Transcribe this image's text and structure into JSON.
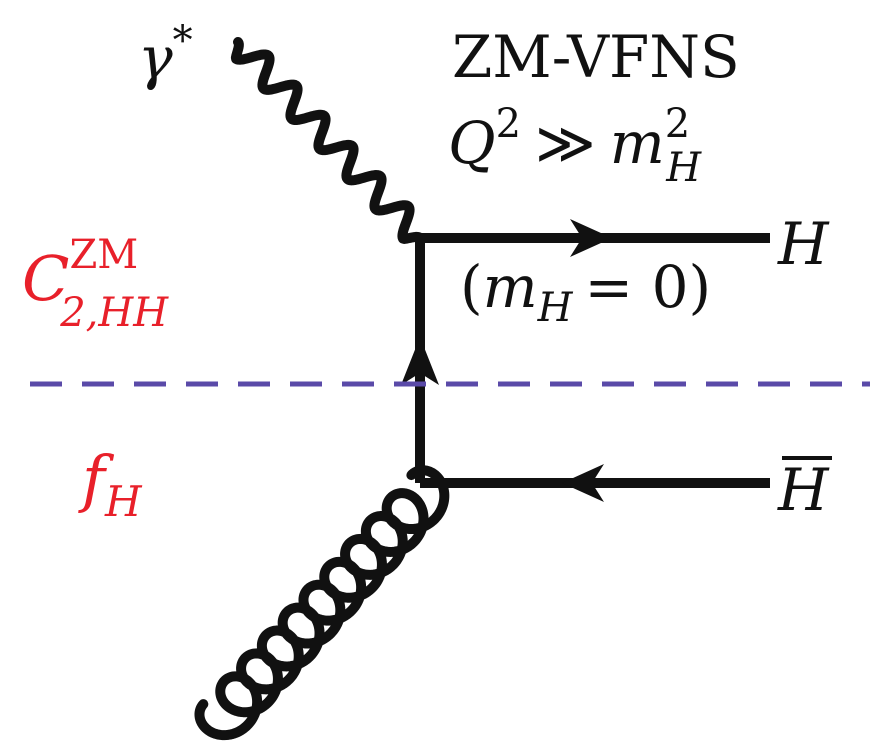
{
  "header": {
    "scheme_name": "ZM-VFNS",
    "condition": {
      "lhs": "Q",
      "lhs_power": "2",
      "relation": "≫",
      "rhs": "m",
      "rhs_power": "2",
      "rhs_sub": "H"
    }
  },
  "photon": {
    "symbol": "γ",
    "sup": "*"
  },
  "outgoing_quark": {
    "label": "H",
    "mass_note": {
      "open": "(",
      "m": "m",
      "sub": "H",
      "eq": "= 0",
      "close": ")"
    }
  },
  "outgoing_antiquark": {
    "label": "H"
  },
  "upper_region": {
    "symbol": "C",
    "sup": "ZM",
    "sub": "2,HH"
  },
  "lower_region": {
    "symbol": "f",
    "sub": "H"
  },
  "colors": {
    "ink": "#111111",
    "accent_red": "#e8202a",
    "cut_line": "#5a4aa8"
  }
}
